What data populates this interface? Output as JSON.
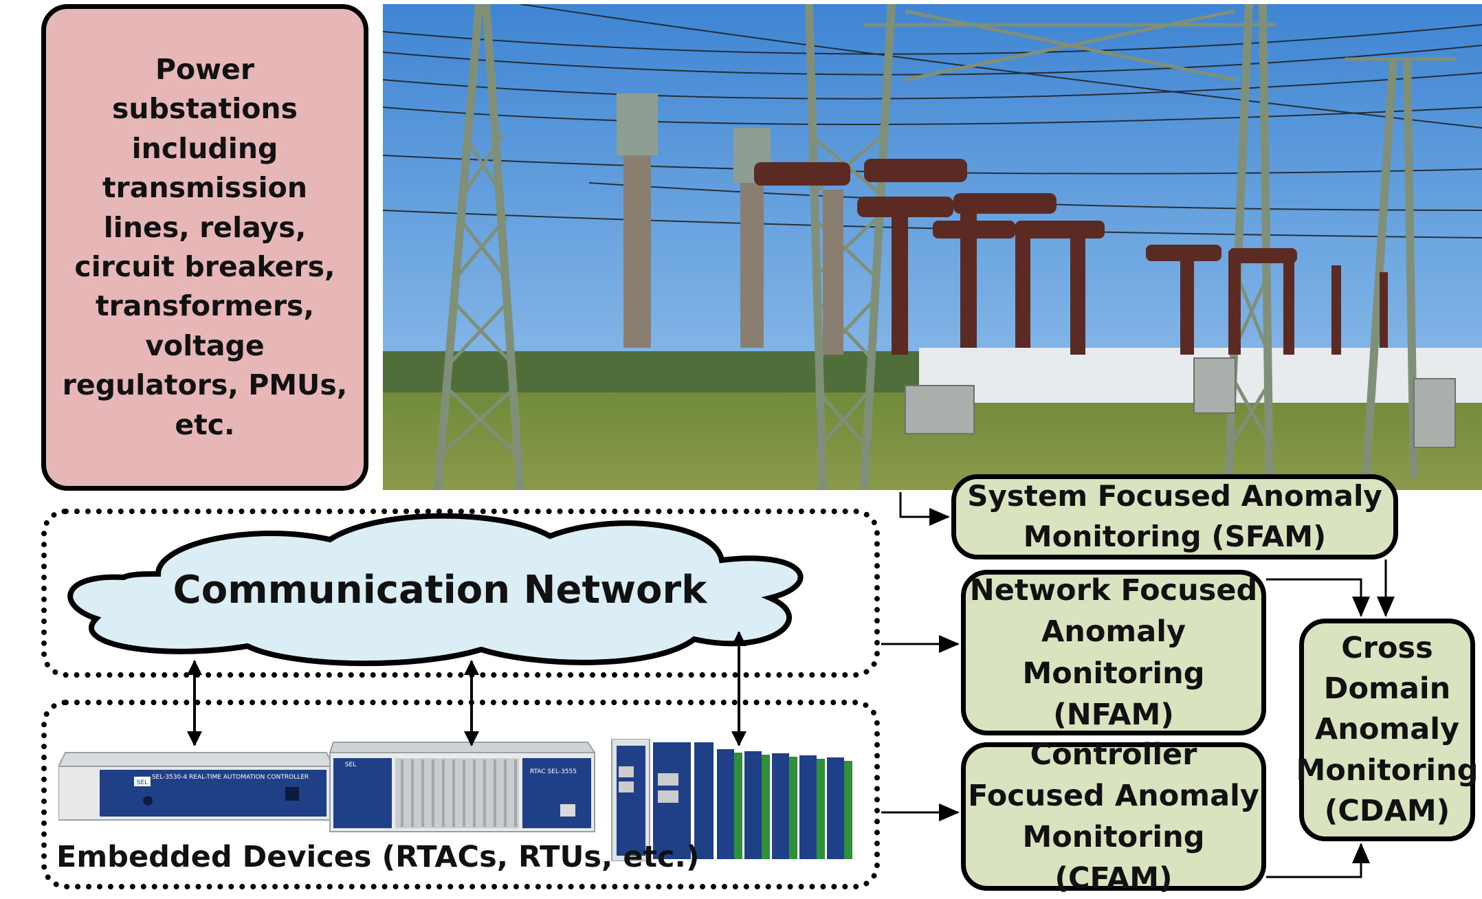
{
  "substation": {
    "description": "Power substations including transmission lines, relays, circuit breakers, transformers, voltage regulators, PMUs, etc.",
    "photo_icon": "electrical-substation-photo"
  },
  "network": {
    "label": "Communication Network"
  },
  "devices": {
    "label": "Embedded Devices (RTACs, RTUs, etc.)",
    "items": [
      {
        "brand": "SEL",
        "model": "SEL-3530-4 REAL-TIME AUTOMATION CONTROLLER"
      },
      {
        "brand": "SEL",
        "model": "RTAC SEL-3555"
      },
      {
        "brand": "",
        "model": ""
      }
    ]
  },
  "monitors": {
    "sfam": "System Focused Anomaly Monitoring (SFAM)",
    "nfam": "Network Focused Anomaly Monitoring (NFAM)",
    "cfam": "Controller Focused Anomaly Monitoring (CFAM)",
    "cdam": "Cross Domain Anomaly Monitoring (CDAM)"
  },
  "colors": {
    "substation_box": "#e6b7b6",
    "monitor_box": "#d9e3c0",
    "cloud": "#dbeef5",
    "sky": "#4d8fd6",
    "grass": "#7f8f3c"
  }
}
